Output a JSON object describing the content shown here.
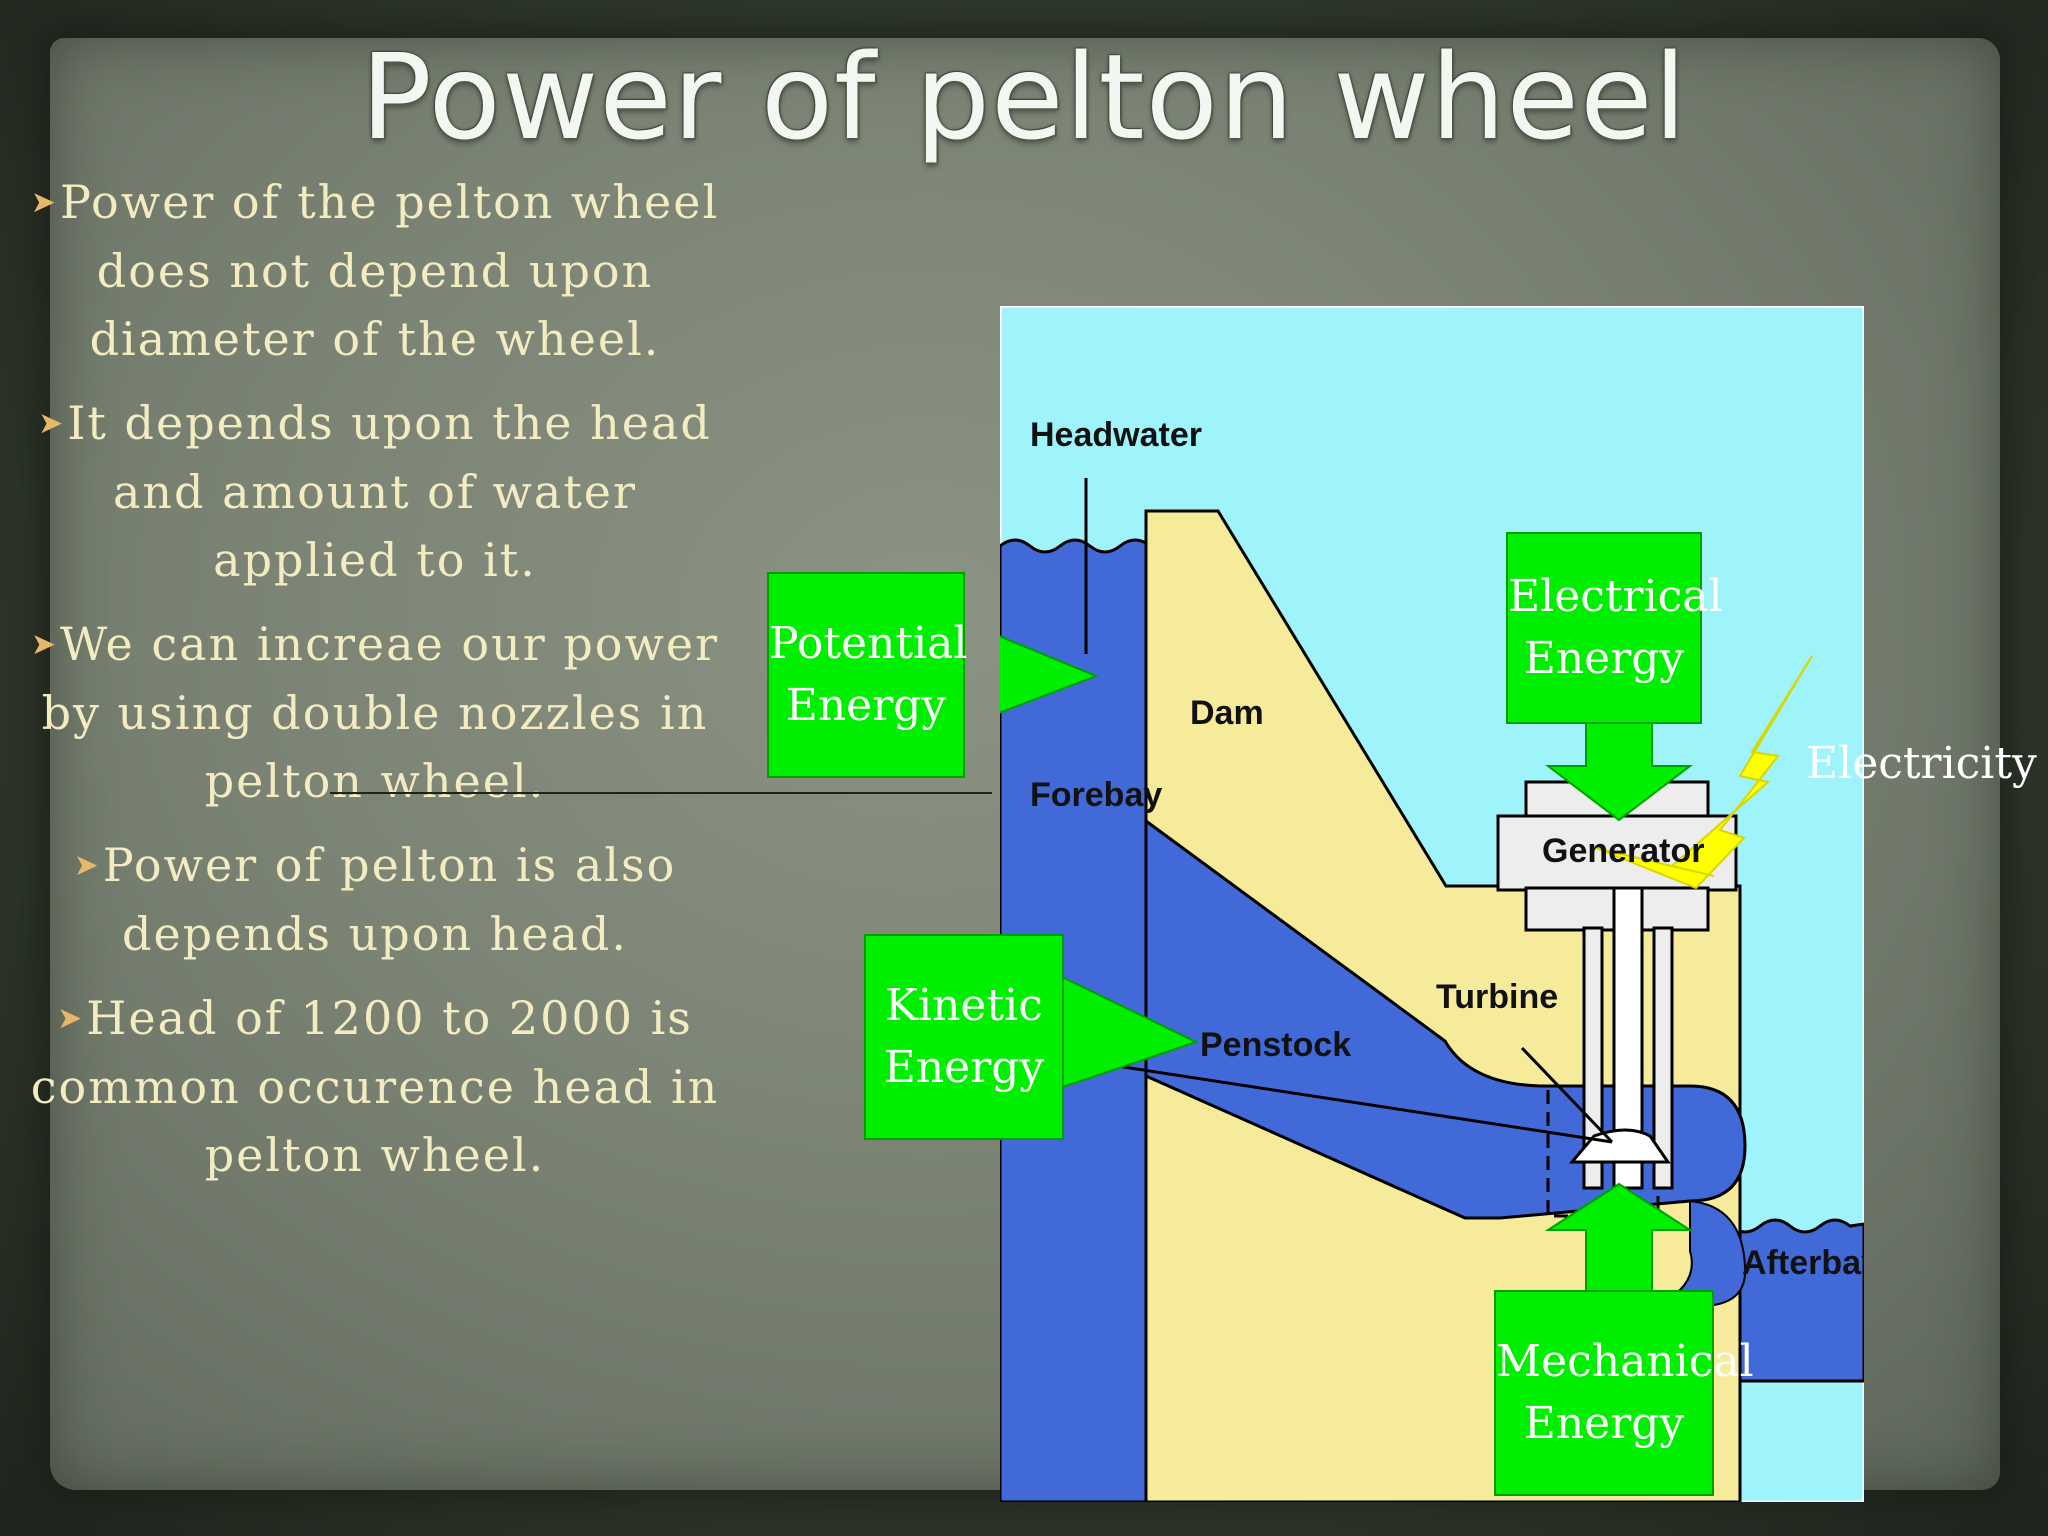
{
  "slide": {
    "title": "Power of pelton wheel",
    "bullets": [
      "Power of the pelton wheel does not depend upon diameter of the wheel.",
      "It depends upon the head and amount of water applied to it.",
      "We can increae our power by using double nozzles in pelton wheel.",
      "Power of pelton is also depends upon head.",
      "Head of 1200 to 2000 is common occurence head in pelton wheel."
    ],
    "bullet_icon": "arrowhead-bullet-icon"
  },
  "diagram": {
    "labels": {
      "headwater": "Headwater",
      "dam": "Dam",
      "forebay": "Forebay",
      "generator": "Generator",
      "turbine": "Turbine",
      "penstock": "Penstock",
      "afterbay": "Afterbay"
    },
    "energy_boxes": {
      "potential": [
        "Potential",
        "Energy"
      ],
      "kinetic": [
        "Kinetic",
        "Energy"
      ],
      "electrical": [
        "Electrical",
        "Energy"
      ],
      "mechanical": [
        "Mechanical",
        "Energy"
      ]
    },
    "electricity": "Electricity",
    "colors": {
      "sky": "#9ff3fb",
      "water": "#4169d8",
      "dam": "#f5eb9a",
      "energy_box": "#00ee00",
      "bolt": "#ffff00"
    }
  }
}
